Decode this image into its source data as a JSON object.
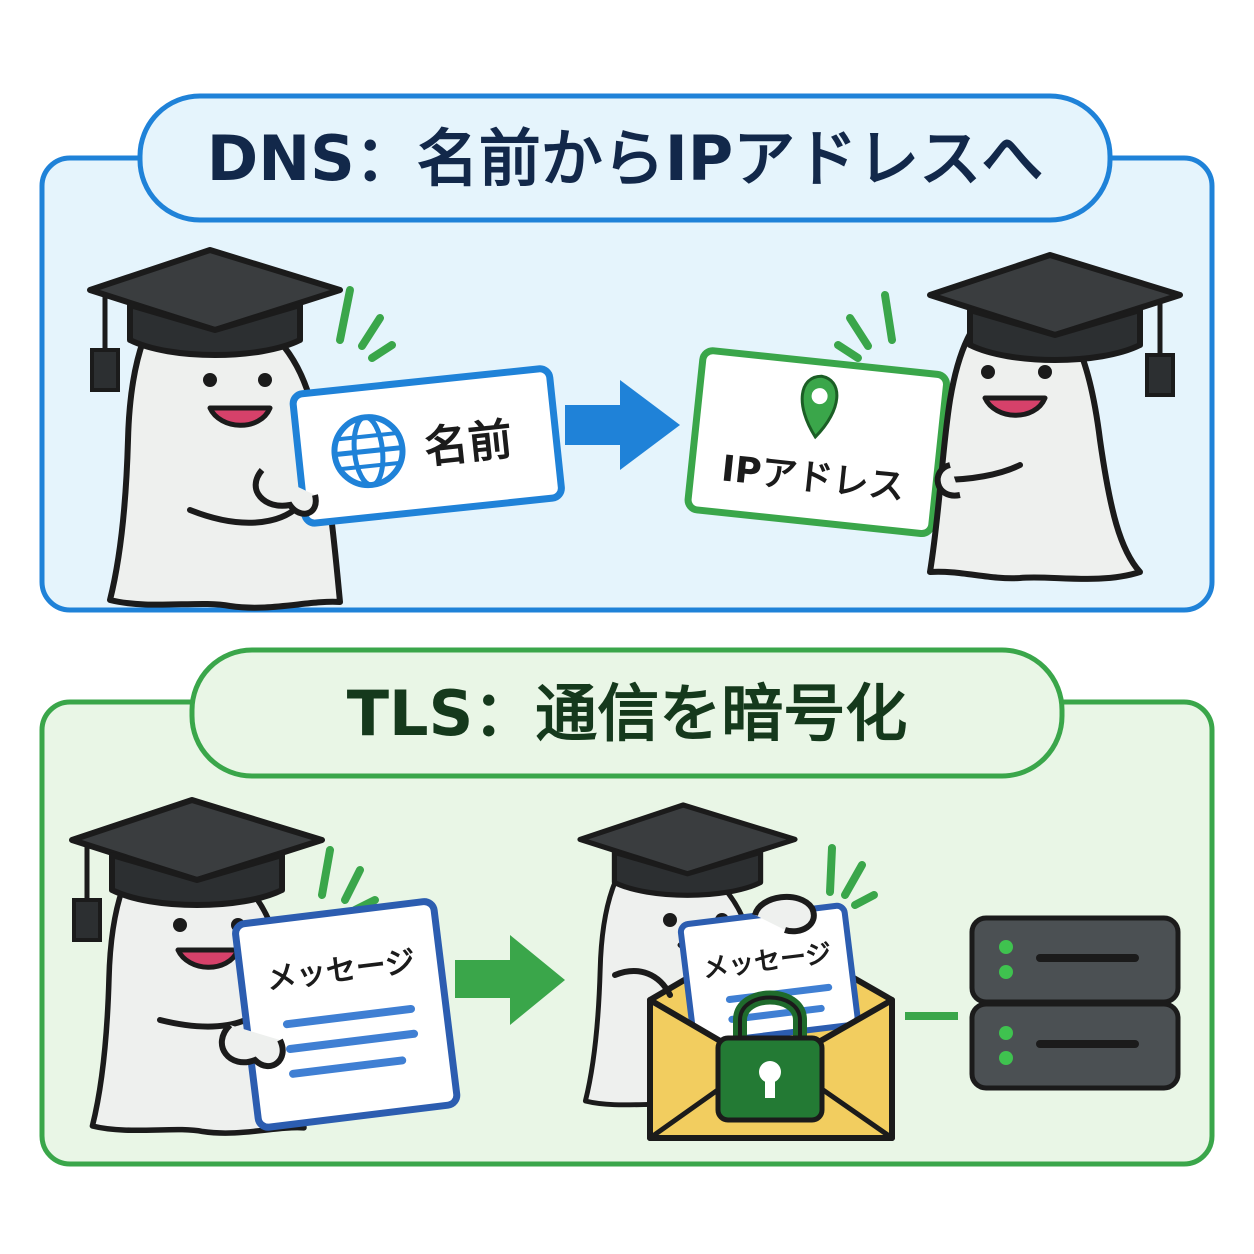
{
  "dns_panel": {
    "title": "DNS：名前からIPアドレスへ",
    "input_card_label": "名前",
    "output_card_label": "IPアドレス",
    "input_icon": "globe-icon",
    "output_icon": "map-pin-icon",
    "accent_color": "#1f7fd6",
    "card_out_color": "#3aa64a"
  },
  "tls_panel": {
    "title": "TLS：通信を暗号化",
    "message_card_label": "メッセージ",
    "envelope_card_label": "メッセージ",
    "lock_icon": "padlock-icon",
    "server_icon": "server-icon",
    "accent_color": "#3aa64a"
  }
}
